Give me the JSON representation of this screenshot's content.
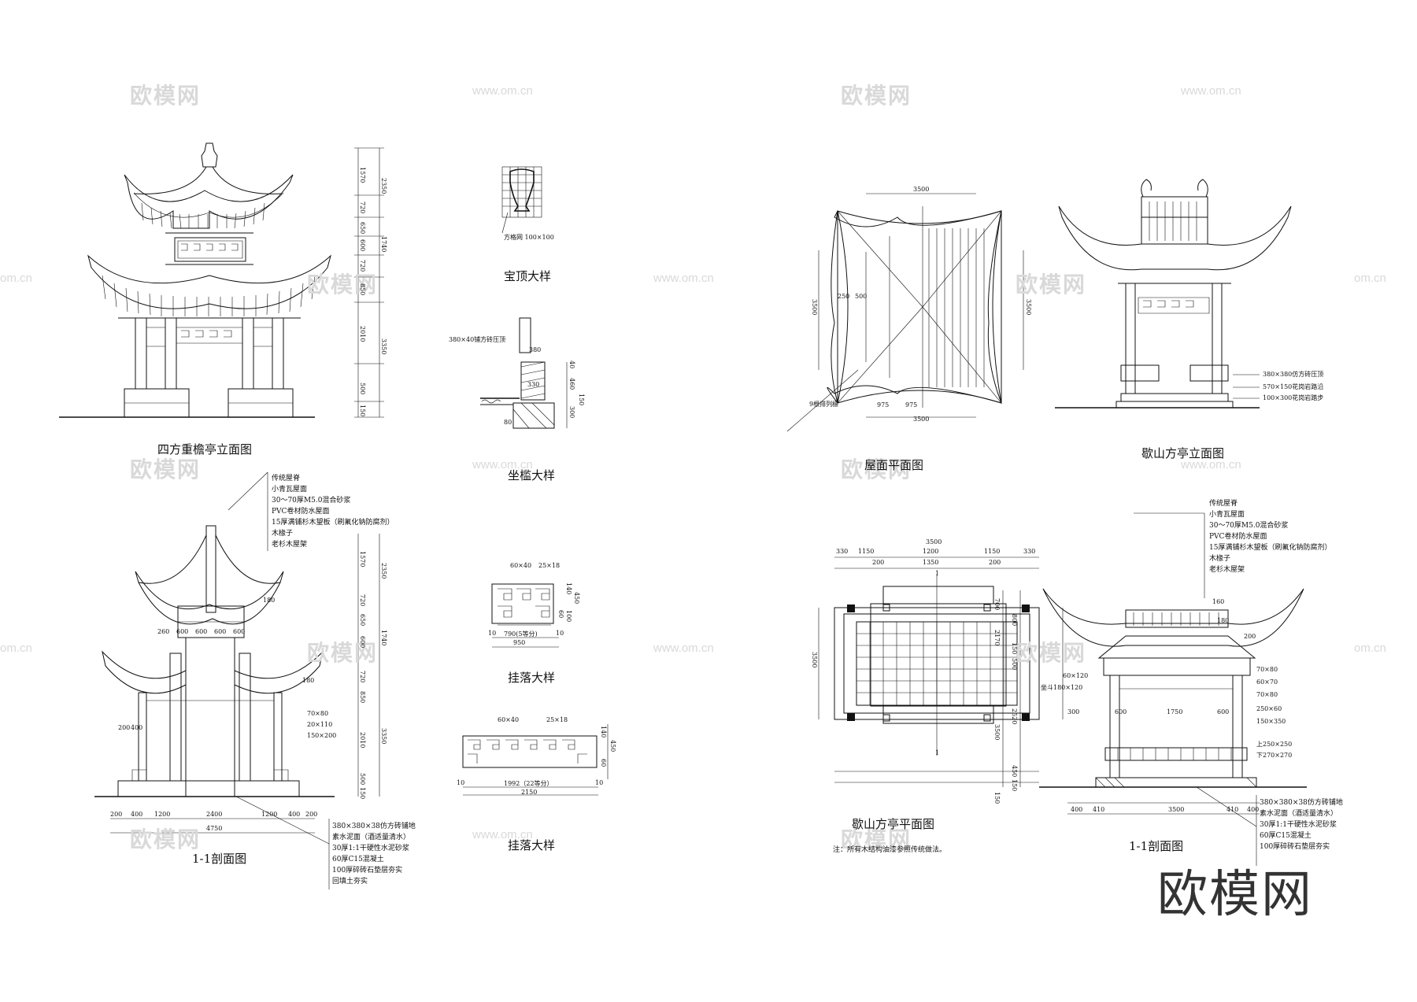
{
  "watermarks": {
    "brand": "欧模网",
    "url": "www.om.cn",
    "url_short": "om.cn"
  },
  "logo": "欧模网",
  "titles": {
    "square_double_eave_elevation": "四方重檐亭立面图",
    "baoding_detail": "宝顶大样",
    "sitkan_detail": "坐槛大样",
    "gualuo_detail_1": "挂落大样",
    "gualuo_detail_2": "挂落大样",
    "section_left": "1-1剖面图",
    "roof_plan": "屋面平面图",
    "xieshan_elevation": "歇山方亭立面图",
    "xieshan_plan": "歇山方亭平面图",
    "section_right": "1-1剖面图"
  },
  "notes": {
    "xieshan_plan_note": "注：所有木结构油漆参照传统做法。",
    "baoding_label": "方格网 100×100",
    "sitkan_label": "380×40铺方砖压顶",
    "roof_plan_label": "9根排列檩"
  },
  "left_section_layers_top": [
    "传统屋脊",
    "小青瓦屋面",
    "30～70厚M5.0混合砂浆",
    "PVC卷材防水屋面",
    "15厚满铺杉木望板（刷氟化钠防腐剂）",
    "木椽子",
    "老杉木屋架"
  ],
  "left_section_layers_bottom": [
    "380×380×38仿方砖铺地",
    "素水泥面（酒适量清水）",
    "30厚1:1干硬性水泥砂浆",
    "60厚C15混凝土",
    "100厚碎砖石垫层夯实",
    "回填土夯实"
  ],
  "right_section_layers_top": [
    "传统屋脊",
    "小青瓦屋面",
    "30～70厚M5.0混合砂浆",
    "PVC卷材防水屋面",
    "15厚满铺杉木望板（刷氟化钠防腐剂）",
    "木椽子",
    "老杉木屋架"
  ],
  "right_section_layers_bottom": [
    "380×380×38仿方砖铺地",
    "素水泥面（酒适量清水）",
    "30厚1:1干硬性水泥砂浆",
    "60厚C15混凝土",
    "100厚碎砖石垫层夯实"
  ],
  "xieshan_elev_labels": [
    "380×380仿方砖压顶",
    "570×150花岗岩路沿",
    "100×300花岗岩踏步"
  ],
  "left_elev_dims": [
    "1570",
    "720",
    "650",
    "600",
    "720",
    "850",
    "2010",
    "500",
    "150"
  ],
  "left_elev_dims_outer": [
    "2350",
    "1740",
    "3350"
  ],
  "left_section_dims": [
    "1570",
    "720",
    "650",
    "600",
    "720",
    "850",
    "2010",
    "500",
    "150"
  ],
  "left_section_dims_outer": [
    "2350",
    "1740",
    "3350"
  ],
  "left_section_bottom_dims": [
    "200",
    "400",
    "1200",
    "2400",
    "1200",
    "400",
    "200"
  ],
  "left_section_total": "4750",
  "left_section_members": [
    "180",
    "180",
    "70×80",
    "20×110",
    "150×200",
    "260",
    "600",
    "600",
    "600",
    "600",
    "200",
    "400"
  ],
  "gualuo1_dims": [
    "60×40",
    "25×18",
    "790(5等分)",
    "950",
    "10",
    "10",
    "140",
    "450",
    "100",
    "60"
  ],
  "gualuo2_dims": [
    "60×40",
    "25×18",
    "1992（22等分）",
    "2150",
    "10",
    "10",
    "140",
    "450",
    "60"
  ],
  "sitkan_dims": [
    "380",
    "330",
    "40",
    "460",
    "150",
    "300",
    "80"
  ],
  "roof_plan_dims": [
    "3500",
    "3500",
    "3500",
    "975",
    "975",
    "3500",
    "250",
    "500"
  ],
  "xieshan_plan_dims_top": [
    "330",
    "1150",
    "1200",
    "1150",
    "330"
  ],
  "xieshan_plan_dims_top2": [
    "200",
    "1350",
    "200"
  ],
  "xieshan_plan_total": "3500",
  "xieshan_plan_side": "3500",
  "xieshan_plan_marks": [
    "1",
    "1"
  ],
  "right_section_members": [
    "160",
    "180",
    "200",
    "60×120",
    "坐斗180×120",
    "70×80",
    "60×70",
    "70×80",
    "250×60",
    "150×350",
    "上250×250",
    "下270×270"
  ],
  "right_section_dims_left": [
    "700",
    "800",
    "2170",
    "150",
    "500",
    "2520",
    "3500",
    "450",
    "150",
    "150"
  ],
  "right_section_bottom": [
    "400",
    "410",
    "3500",
    "410",
    "400"
  ],
  "right_section_inner": [
    "300",
    "600",
    "1750",
    "600"
  ],
  "colors": {
    "line": "#111111",
    "watermark": "#d9d9d9",
    "logo": "#333333"
  }
}
